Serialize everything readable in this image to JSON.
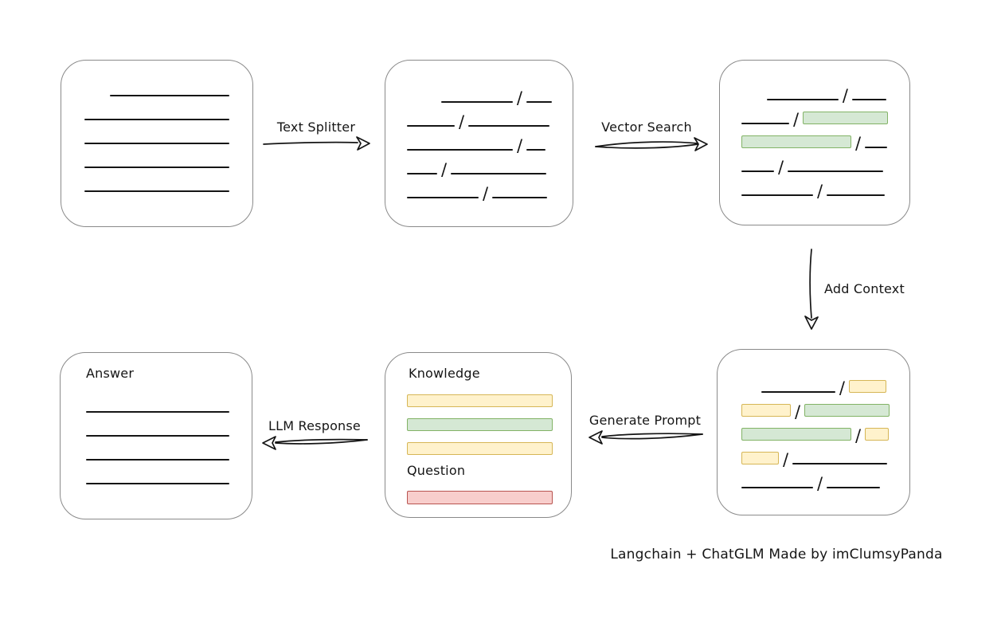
{
  "caption": "Langchain + ChatGLM Made by imClumsyPanda",
  "slash": "/",
  "colors": {
    "green-fill": "#d5e8d4",
    "green-border": "#82b366",
    "yellow-fill": "#fff2cc",
    "yellow-border": "#d6b656",
    "red-fill": "#f8cecc",
    "red-border": "#b85450",
    "box-border": "#8a8a8a",
    "ink": "#151515"
  },
  "arrows": {
    "text_splitter": {
      "label": "Text Splitter",
      "direction": "right"
    },
    "vector_search": {
      "label": "Vector Search",
      "direction": "right"
    },
    "add_context": {
      "label": "Add Context",
      "direction": "down"
    },
    "generate_prompt": {
      "label": "Generate Prompt",
      "direction": "left"
    },
    "llm_response": {
      "label": "LLM Response",
      "direction": "left"
    }
  },
  "boxes": {
    "document": {
      "rows": [
        {
          "align": "end",
          "segs": [
            {
              "t": "line",
              "w": 150
            }
          ]
        },
        {
          "segs": [
            {
              "t": "line",
              "w": 182
            }
          ]
        },
        {
          "segs": [
            {
              "t": "line",
              "w": 182
            }
          ]
        },
        {
          "segs": [
            {
              "t": "line",
              "w": 182
            }
          ]
        },
        {
          "segs": [
            {
              "t": "line",
              "w": 182
            }
          ]
        }
      ]
    },
    "chunks": {
      "rows": [
        {
          "align": "end",
          "segs": [
            {
              "t": "line",
              "w": 90
            },
            {
              "t": "slash"
            },
            {
              "t": "line",
              "w": 32
            }
          ]
        },
        {
          "segs": [
            {
              "t": "line",
              "w": 60
            },
            {
              "t": "slash"
            },
            {
              "t": "line",
              "w": 102
            }
          ]
        },
        {
          "segs": [
            {
              "t": "line",
              "w": 133
            },
            {
              "t": "slash"
            },
            {
              "t": "line",
              "w": 24
            }
          ]
        },
        {
          "segs": [
            {
              "t": "line",
              "w": 38
            },
            {
              "t": "slash"
            },
            {
              "t": "line",
              "w": 120
            }
          ]
        },
        {
          "segs": [
            {
              "t": "line",
              "w": 90
            },
            {
              "t": "slash"
            },
            {
              "t": "line",
              "w": 69
            }
          ]
        }
      ]
    },
    "matched": {
      "rows": [
        {
          "align": "end",
          "segs": [
            {
              "t": "line",
              "w": 90
            },
            {
              "t": "slash"
            },
            {
              "t": "line",
              "w": 43
            }
          ]
        },
        {
          "segs": [
            {
              "t": "line",
              "w": 60
            },
            {
              "t": "slash"
            },
            {
              "t": "green",
              "w": 107
            }
          ]
        },
        {
          "segs": [
            {
              "t": "green",
              "w": 138
            },
            {
              "t": "slash"
            },
            {
              "t": "line",
              "w": 28
            }
          ]
        },
        {
          "segs": [
            {
              "t": "line",
              "w": 41
            },
            {
              "t": "slash"
            },
            {
              "t": "line",
              "w": 120
            }
          ]
        },
        {
          "segs": [
            {
              "t": "line",
              "w": 90
            },
            {
              "t": "slash"
            },
            {
              "t": "line",
              "w": 73
            }
          ]
        }
      ]
    },
    "context": {
      "rows": [
        {
          "align": "end",
          "segs": [
            {
              "t": "line",
              "w": 93
            },
            {
              "t": "slash"
            },
            {
              "t": "yellow",
              "w": 47
            }
          ]
        },
        {
          "segs": [
            {
              "t": "yellow",
              "w": 62
            },
            {
              "t": "slash"
            },
            {
              "t": "green",
              "w": 107
            }
          ]
        },
        {
          "segs": [
            {
              "t": "green",
              "w": 138
            },
            {
              "t": "slash"
            },
            {
              "t": "yellow",
              "w": 30
            }
          ]
        },
        {
          "segs": [
            {
              "t": "yellow",
              "w": 47
            },
            {
              "t": "slash"
            },
            {
              "t": "line",
              "w": 119
            }
          ]
        },
        {
          "segs": [
            {
              "t": "line",
              "w": 90
            },
            {
              "t": "slash"
            },
            {
              "t": "line",
              "w": 67
            }
          ]
        }
      ]
    },
    "prompt": {
      "knowledge_label": "Knowledge",
      "knowledge_rows": [
        {
          "segs": [
            {
              "t": "yellow",
              "w": 183
            }
          ]
        },
        {
          "segs": [
            {
              "t": "green",
              "w": 183
            }
          ]
        },
        {
          "segs": [
            {
              "t": "yellow",
              "w": 183
            }
          ]
        }
      ],
      "question_label": "Question",
      "question_rows": [
        {
          "segs": [
            {
              "t": "red",
              "w": 183
            }
          ]
        }
      ]
    },
    "answer": {
      "label": "Answer",
      "rows": [
        {
          "segs": [
            {
              "t": "line",
              "w": 180
            }
          ]
        },
        {
          "segs": [
            {
              "t": "line",
              "w": 180
            }
          ]
        },
        {
          "segs": [
            {
              "t": "line",
              "w": 180
            }
          ]
        },
        {
          "segs": [
            {
              "t": "line",
              "w": 180
            }
          ]
        }
      ]
    }
  }
}
